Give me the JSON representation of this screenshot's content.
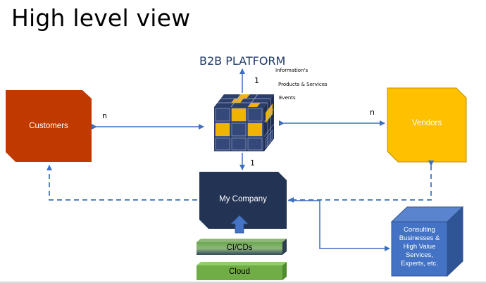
{
  "title": "High level view",
  "platform": {
    "title": "B2B PLATFORM",
    "items": [
      "Information's",
      "Products & Services",
      "Events"
    ]
  },
  "nodes": {
    "customers": "Customers",
    "vendors": "Vendors",
    "my_company": "My Company",
    "cicd": "CI/CDs",
    "cloud": "Cloud",
    "consulting": [
      "Consulting",
      "Businesses &",
      "High Value",
      "Services,",
      "Experts, etc."
    ]
  },
  "multiplicities": {
    "customers": "n",
    "vendors": "n",
    "platform_top": "1",
    "platform_bottom": "1"
  },
  "colors": {
    "customers": "#c03a00",
    "vendors": "#ffc000",
    "my_company": "#223354",
    "arrow": "#3c6fbf",
    "consulting": "#4472c4",
    "green": "#70ad47",
    "cube_dark": "#2c3e6b",
    "cube_yellow": "#f0b400"
  }
}
